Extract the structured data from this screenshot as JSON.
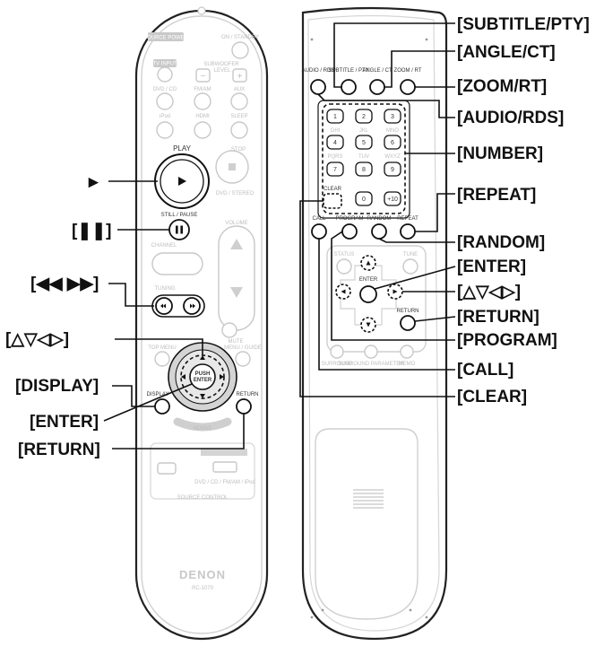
{
  "callouts": {
    "play": "►",
    "pause": "[❚❚]",
    "skip": "[◀◀ ▶▶]",
    "cursor_left": "[△▽◁▷]",
    "display": "[DISPLAY]",
    "enter_left": "[ENTER]",
    "return_left": "[RETURN]",
    "subtitle": "[SUBTITLE/PTY]",
    "angle": "[ANGLE/CT]",
    "zoom": "[ZOOM/RT]",
    "audio": "[AUDIO/RDS]",
    "number": "[NUMBER]",
    "repeat": "[REPEAT]",
    "random": "[RANDOM]",
    "enter_right": "[ENTER]",
    "cursor_right": "[△▽◁▷]",
    "return_right": "[RETURN]",
    "program": "[PROGRAM]",
    "call": "[CALL]",
    "clear": "[CLEAR]"
  },
  "left_remote": {
    "source_power": "SOURCE POWER",
    "on_standby": "ON / STANDBY",
    "tv_input": "TV INPUT",
    "subwoofer": "SUBWOOFER",
    "level": "LEVEL",
    "dvd_cd": "DVD / CD",
    "fm_am": "FM/AM",
    "aux": "AUX",
    "ipod": "iPod",
    "hdmi": "HDMI",
    "sleep": "SLEEP",
    "play": "PLAY",
    "stop": "STOP",
    "dvd_stereo": "DVD / STEREO",
    "still_pause": "STILL / PAUSE",
    "volume": "VOLUME",
    "channel": "CHANNEL",
    "tuning": "TUNING",
    "mute": "MUTE",
    "top_menu": "TOP MENU",
    "menu_guide": "MENU / GUIDE",
    "display": "DISPLAY",
    "return": "RETURN",
    "push": "PUSH",
    "enter": "ENTER",
    "hdmi_bottom": "HDMI/E",
    "source_control": "SOURCE CONTROL",
    "switch_label": "DVD / CD / FM/AM / iPod",
    "brand": "DENON",
    "model": "RC-1070"
  },
  "right_remote": {
    "audio": "AUDIO / RDS",
    "subtitle": "SUBTITLE / PTY",
    "angle": "ANGLE / CT",
    "zoom": "ZOOM / RT",
    "numbers": [
      "1",
      "2",
      "3",
      "4",
      "5",
      "6",
      "7",
      "8",
      "9",
      "0",
      "+10"
    ],
    "letters": [
      "GHI",
      "JKL",
      "MNO",
      "PQRS",
      "TUV",
      "WXYZ"
    ],
    "clear": "CLEAR",
    "call": "CALL",
    "program": "PROGRAM",
    "random": "RANDOM",
    "repeat": "REPEAT",
    "status": "STATUS",
    "tune": "TUNE",
    "enter": "ENTER",
    "return": "RETURN",
    "surround": "SURROUND",
    "surround_parameter": "SURROUND PARAMETER",
    "memo": "MEMO"
  }
}
